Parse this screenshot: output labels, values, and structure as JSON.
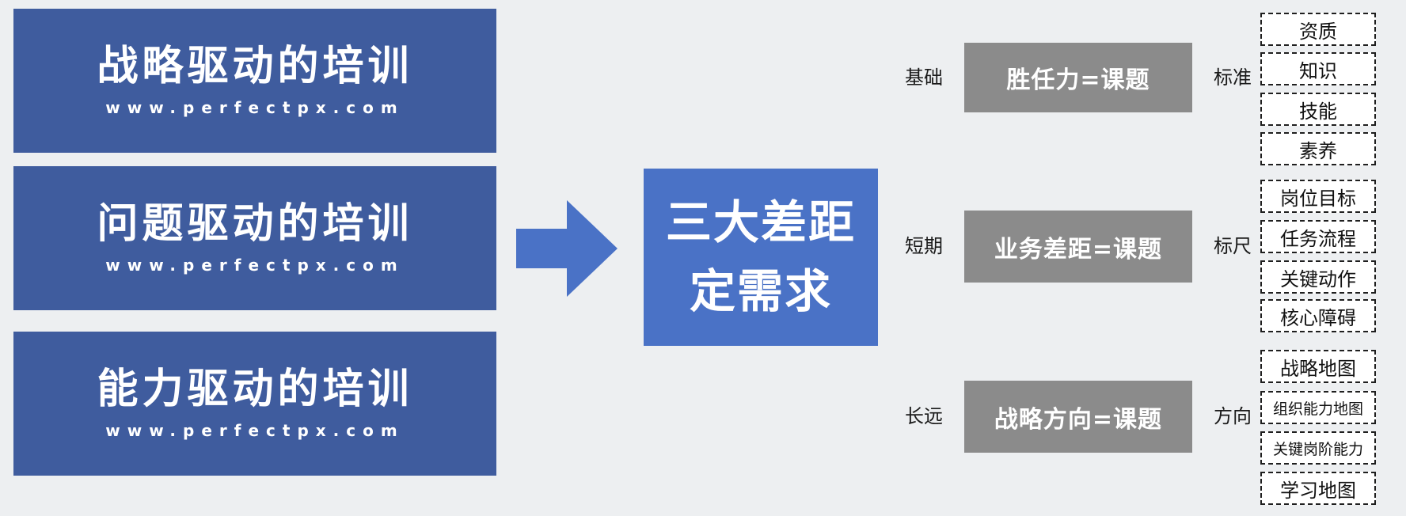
{
  "colors": {
    "background": "#edeff1",
    "dark_blue": "#3f5c9e",
    "bright_blue": "#4a72c6",
    "gray_box": "#8b8b8b",
    "dashed_border": "#1f1f1f"
  },
  "left_boxes": [
    {
      "title": "战略驱动的培训",
      "url": "www.perfectpx.com"
    },
    {
      "title": "问题驱动的培训",
      "url": "www.perfectpx.com"
    },
    {
      "title": "能力驱动的培训",
      "url": "www.perfectpx.com"
    }
  ],
  "center_box": {
    "line1": "三大差距",
    "line2": "定需求"
  },
  "rows": [
    {
      "left_label": "基础",
      "box_label": "胜任力=课题",
      "right_label": "标准",
      "items": [
        "资质",
        "知识",
        "技能",
        "素养"
      ]
    },
    {
      "left_label": "短期",
      "box_label": "业务差距=课题",
      "right_label": "标尺",
      "items": [
        "岗位目标",
        "任务流程",
        "关键动作",
        "核心障碍"
      ]
    },
    {
      "left_label": "长远",
      "box_label": "战略方向=课题",
      "right_label": "方向",
      "items": [
        "战略地图",
        "组织能力地图",
        "关键岗阶能力",
        "学习地图"
      ]
    }
  ]
}
